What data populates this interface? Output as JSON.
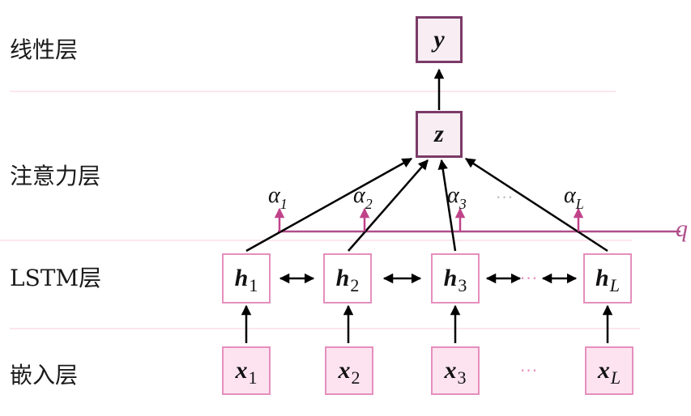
{
  "layers": {
    "linear": "线性层",
    "attention": "注意力层",
    "lstm": "LSTM层",
    "embedding": "嵌入层"
  },
  "nodes": {
    "output": "y",
    "context": "z",
    "hidden": [
      {
        "var": "h",
        "sub": "1"
      },
      {
        "var": "h",
        "sub": "2"
      },
      {
        "var": "h",
        "sub": "3"
      },
      {
        "var": "h",
        "sub": "L"
      }
    ],
    "inputs": [
      {
        "var": "x",
        "sub": "1"
      },
      {
        "var": "x",
        "sub": "2"
      },
      {
        "var": "x",
        "sub": "3"
      },
      {
        "var": "x",
        "sub": "L"
      }
    ]
  },
  "alphas": [
    {
      "var": "α",
      "sub": "1"
    },
    {
      "var": "α",
      "sub": "2"
    },
    {
      "var": "α",
      "sub": "3"
    },
    {
      "var": "α",
      "sub": "L"
    }
  ],
  "query_label": "q",
  "ellipsis": "···",
  "colors": {
    "pink_border": "#e58fbd",
    "pink_fill": "#fde3f0",
    "dark_purple": "#7b3a67",
    "query_line": "#b04e8b",
    "divider": "#fbe6ee"
  }
}
